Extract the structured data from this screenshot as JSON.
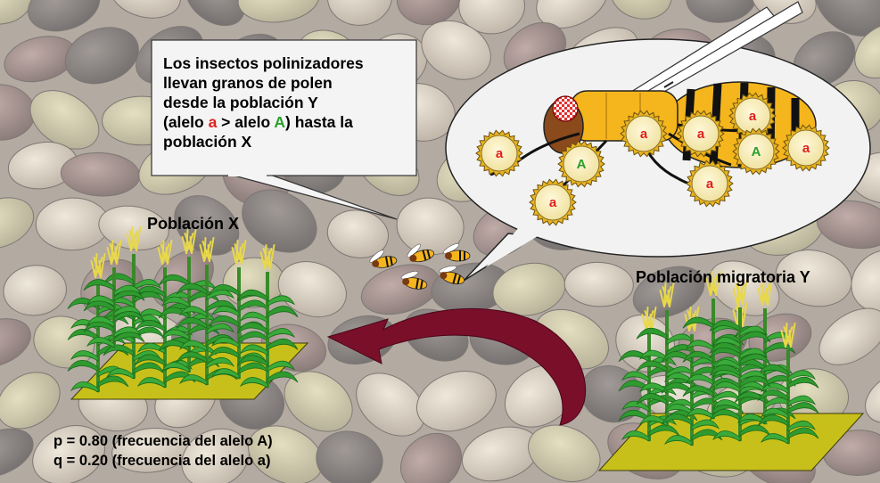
{
  "callout": {
    "line1": "Los insectos polinizadores",
    "line2": "llevan granos de polen",
    "line3": "desde la población Y",
    "line4a": "(alelo ",
    "allele_a": "a",
    "line4b": " > alelo ",
    "allele_A": "A",
    "line4c": ") hasta la",
    "line5": "población X"
  },
  "population_x": {
    "title": "Población X",
    "p_line": "p = 0.80 (frecuencia del alelo A)",
    "q_line": "q = 0.20 (frecuencia del alelo a)"
  },
  "population_y": {
    "title": "Población migratoria Y"
  },
  "pollen_grains": [
    {
      "allele": "a"
    },
    {
      "allele": "A"
    },
    {
      "allele": "a"
    },
    {
      "allele": "a"
    },
    {
      "allele": "a"
    },
    {
      "allele": "A"
    },
    {
      "allele": "a"
    },
    {
      "allele": "a"
    },
    {
      "allele": "a"
    }
  ],
  "colors": {
    "allele_a": "#e0201c",
    "allele_A": "#2aa02a",
    "arrow": "#7a0f2a",
    "field": "#c8c01a",
    "corn_leaf": "#2f9a2f",
    "tassel": "#e8d84a",
    "bee_body": "#f5b51c"
  }
}
